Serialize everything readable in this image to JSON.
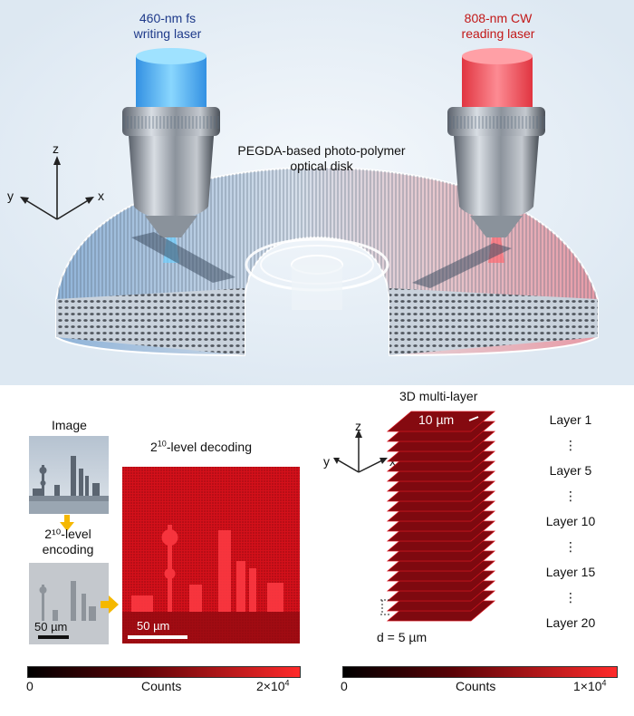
{
  "top": {
    "write_laser": {
      "line1": "460-nm fs",
      "line2": "writing laser"
    },
    "read_laser": {
      "line1": "808-nm CW",
      "line2": "reading laser"
    },
    "disk": {
      "line1": "PEGDA-based photo-polymer",
      "line2": "optical disk"
    },
    "axes": {
      "z": "z",
      "y": "y",
      "x": "x"
    }
  },
  "panel_left": {
    "image_title": "Image",
    "encoding_label_line1": "2¹⁰-level",
    "encoding_label_line2": "encoding",
    "encoding_scalebar": "50 µm",
    "decoding_title_base": "2",
    "decoding_title_exp": "10",
    "decoding_title_rest": "-level decoding",
    "decoding_scalebar": "50 µm",
    "colorbar": {
      "min": "0",
      "label": "Counts",
      "max_base": "2×10",
      "max_exp": "4"
    }
  },
  "panel_right": {
    "title": "3D multi-layer",
    "scale": "10 µm",
    "axes": {
      "z": "z",
      "y": "y",
      "x": "x"
    },
    "layers": [
      "Layer 1",
      "⋮",
      "Layer 5",
      "⋮",
      "Layer 10",
      "⋮",
      "Layer 15",
      "⋮",
      "Layer 20"
    ],
    "spacing_label": "d = 5 µm",
    "colorbar": {
      "min": "0",
      "label": "Counts",
      "max_base": "1×10",
      "max_exp": "4"
    }
  },
  "colors": {
    "write_beam": "#3aa8f5",
    "read_beam": "#f0323c",
    "decode_red": "#d4101a",
    "arrow": "#f5b800"
  }
}
